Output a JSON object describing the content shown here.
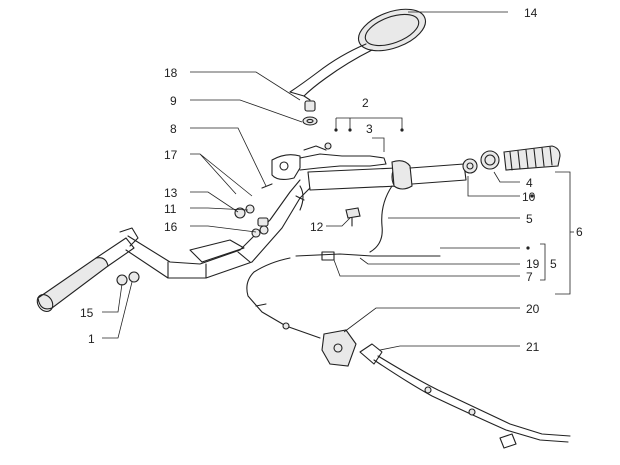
{
  "callouts": [
    {
      "id": "14",
      "label": "14"
    },
    {
      "id": "18",
      "label": "18"
    },
    {
      "id": "9",
      "label": "9"
    },
    {
      "id": "2",
      "label": "2"
    },
    {
      "id": "8",
      "label": "8"
    },
    {
      "id": "17",
      "label": "17"
    },
    {
      "id": "3",
      "label": "3"
    },
    {
      "id": "4",
      "label": "4"
    },
    {
      "id": "10",
      "label": "10"
    },
    {
      "id": "6",
      "label": "6"
    },
    {
      "id": "5a",
      "label": "5"
    },
    {
      "id": "13",
      "label": "13"
    },
    {
      "id": "11",
      "label": "11"
    },
    {
      "id": "16",
      "label": "16"
    },
    {
      "id": "12",
      "label": "12"
    },
    {
      "id": "19",
      "label": "19"
    },
    {
      "id": "5b",
      "label": "5"
    },
    {
      "id": "7",
      "label": "7"
    },
    {
      "id": "15",
      "label": "15"
    },
    {
      "id": "1",
      "label": "1"
    },
    {
      "id": "20",
      "label": "20"
    },
    {
      "id": "21",
      "label": "21"
    }
  ]
}
